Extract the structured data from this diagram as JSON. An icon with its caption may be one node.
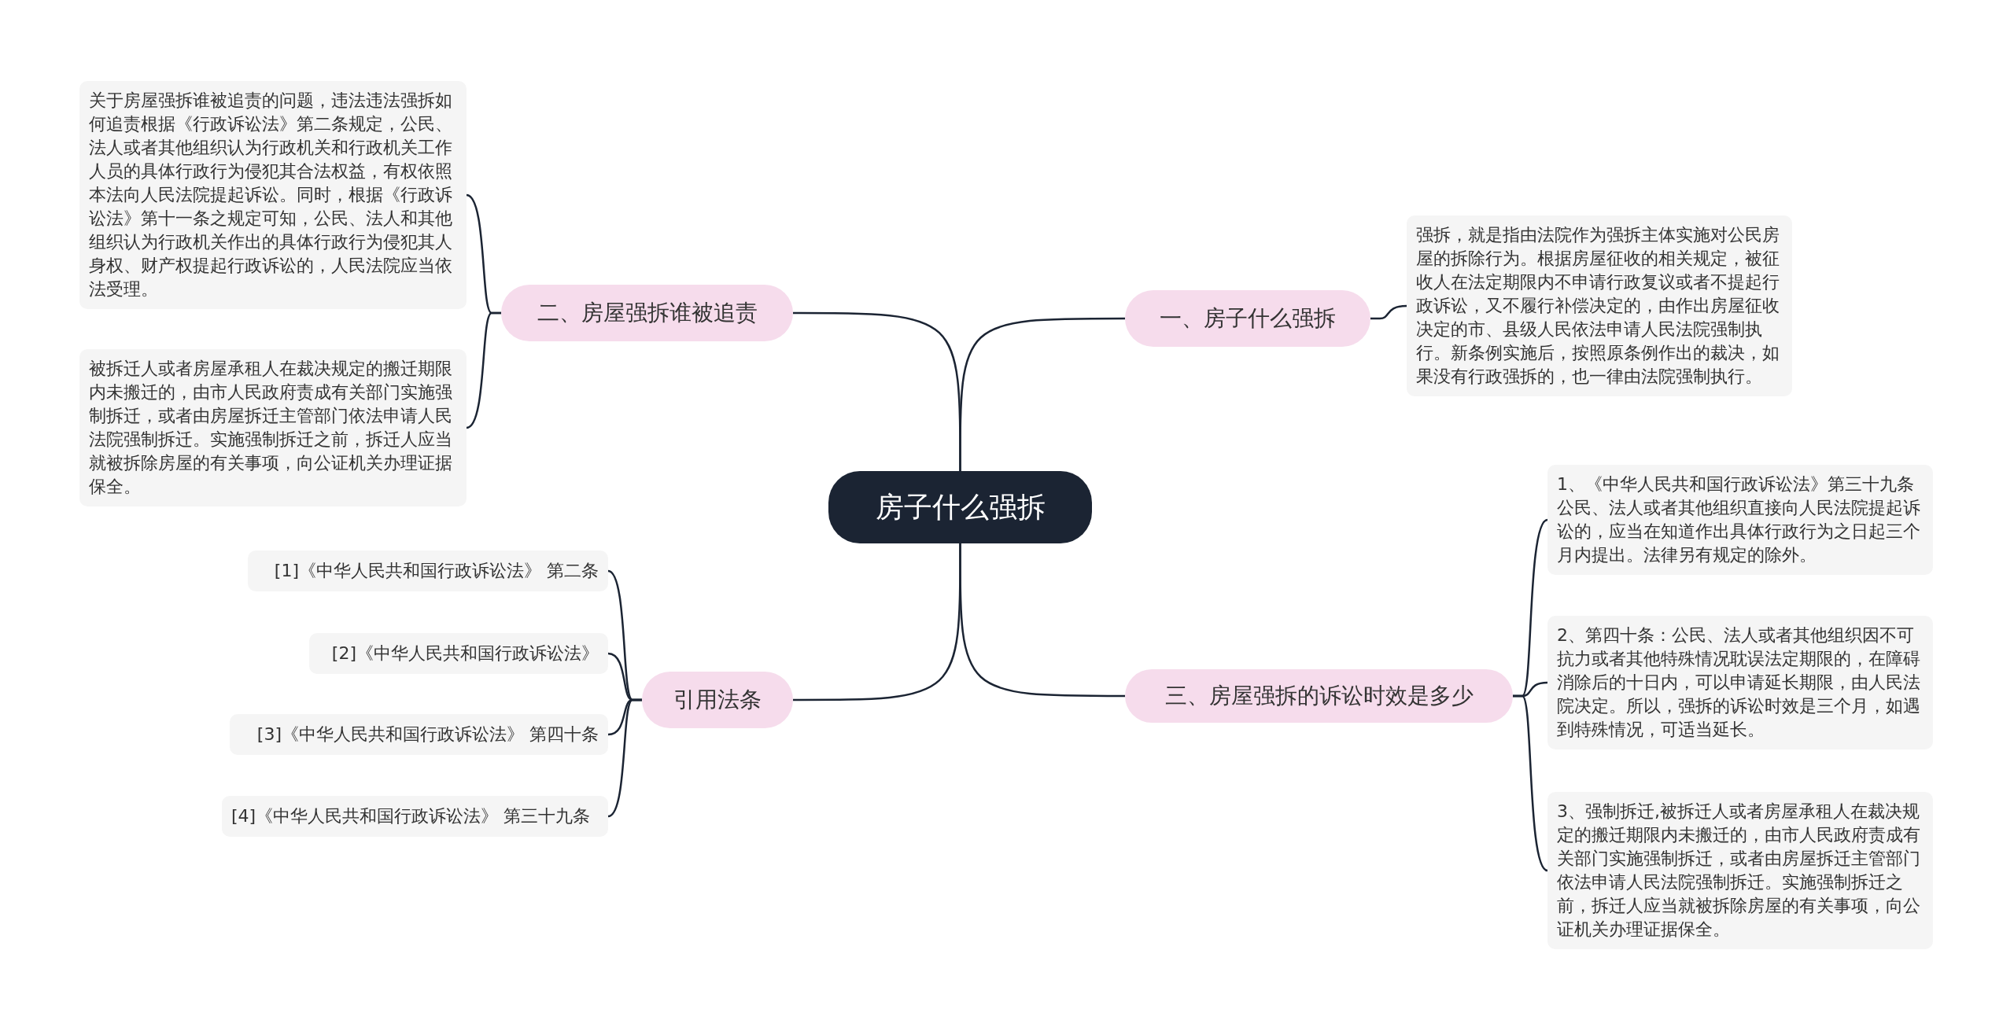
{
  "diagram": {
    "nodes": [
      {
        "text": [
          "房子什么强拆"
        ]
      },
      {
        "text": [
          "一、房子什么强拆"
        ]
      },
      {
        "text": [
          "强拆，就是指由法院作为强拆主体实施对公民房屋的拆除行为。根据房屋征收的相关规定，被征收人在法定期限内不申请行政复议或者不提起行政诉讼，又不履行补偿决定的，由作出房屋征收决定的市、县级人民依法申请人民法院强制执行。新条例实施后，按照原条例作出的裁决，如果没有行政强拆的，也一律由法院强制执行。"
        ]
      },
      {
        "text": [
          "二、房屋强拆谁被追责"
        ]
      },
      {
        "text": [
          "关于房屋强拆谁被追责的问题，违法违法强拆如何追责根据《行政诉讼法》第二条规定，公民、法人或者其他组织认为行政机关和行政机关工作人员的具体行政行为侵犯其合法权益，有权依照本法向人民法院提起诉讼。同时，根据《行政诉讼法》第十一条之规定可知，公民、法人和其他组织认为行政机关作出的具体行政行为侵犯其人身权、财产权提起行政诉讼的，人民法院应当依法受理。"
        ]
      },
      {
        "text": [
          "被拆迁人或者房屋承租人在裁决规定的搬迁期限内未搬迁的，由市人民政府责成有关部门实施强制拆迁，或者由房屋拆迁主管部门依法申请人民法院强制拆迁。实施强制拆迁之前，拆迁人应当就被拆除房屋的有关事项，向公证机关办理证据保全。"
        ]
      },
      {
        "text": [
          "三、房屋强拆的诉讼时效是多少"
        ]
      },
      {
        "text": [
          "1、《中华人民共和国行政诉讼法》第三十九条公民、法人或者其他组织直接向人民法院提起诉讼的，应当在知道作出具体行政行为之日起三个月内提出。法律另有规定的除外。"
        ]
      },
      {
        "text": [
          "2、第四十条：公民、法人或者其他组织因不可抗力或者其他特殊情况耽误法定期限的，在障碍消除后的十日内，可以申请延长期限，由人民法院决定。所以，强拆的诉讼时效是三个月，如遇到特殊情况，可适当延长。"
        ]
      },
      {
        "text": [
          "3、强制拆迁,被拆迁人或者房屋承租人在裁决规定的搬迁期限内未搬迁的，由市人民政府责成有关部门实施强制拆迁，或者由房屋拆迁主管部门依法申请人民法院强制拆迁。实施强制拆迁之前，拆迁人应当就被拆除房屋的有关事项，向公证机关办理证据保全。"
        ]
      },
      {
        "text": [
          "引用法条"
        ]
      },
      {
        "text": [
          "[1]《中华人民共和国行政诉讼法》 第二条"
        ]
      },
      {
        "text": [
          "[2]《中华人民共和国行政诉讼法》"
        ]
      },
      {
        "text": [
          "[3]《中华人民共和国行政诉讼法》 第四十条"
        ]
      },
      {
        "text": [
          "[4]《中华人民共和国行政诉讼法》 第三十九条"
        ]
      }
    ],
    "edges": [
      {
        "from": 0,
        "to": 1,
        "arrow": "none"
      },
      {
        "from": 1,
        "to": 2,
        "arrow": "none"
      },
      {
        "from": 0,
        "to": 3,
        "arrow": "none"
      },
      {
        "from": 3,
        "to": 4,
        "arrow": "none"
      },
      {
        "from": 3,
        "to": 5,
        "arrow": "none"
      },
      {
        "from": 0,
        "to": 6,
        "arrow": "none"
      },
      {
        "from": 6,
        "to": 7,
        "arrow": "none"
      },
      {
        "from": 6,
        "to": 8,
        "arrow": "none"
      },
      {
        "from": 6,
        "to": 9,
        "arrow": "none"
      },
      {
        "from": 0,
        "to": 10,
        "arrow": "none"
      },
      {
        "from": 10,
        "to": 11,
        "arrow": "none"
      },
      {
        "from": 10,
        "to": 12,
        "arrow": "none"
      },
      {
        "from": 10,
        "to": 13,
        "arrow": "none"
      },
      {
        "from": 10,
        "to": 14,
        "arrow": "none"
      }
    ]
  }
}
